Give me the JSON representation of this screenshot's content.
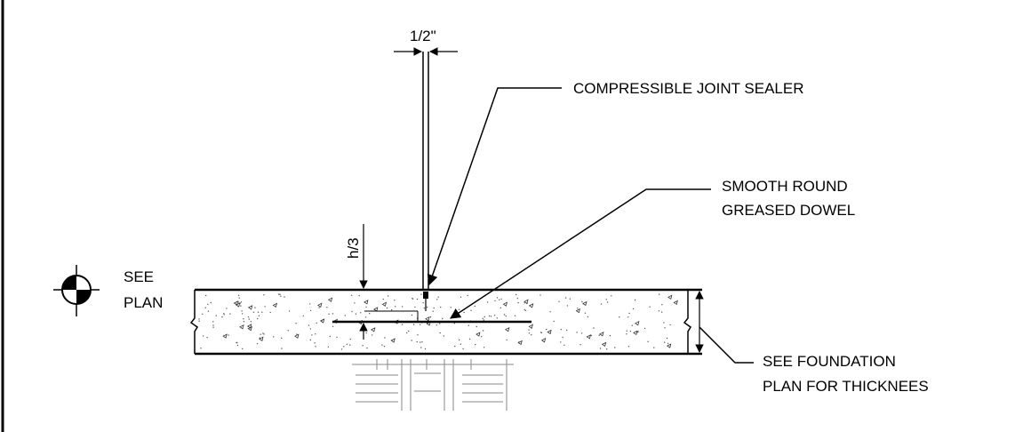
{
  "labels": {
    "dimension_width": "1/2\"",
    "joint_sealer": "COMPRESSIBLE JOINT SEALER",
    "dowel_line1": "SMOOTH ROUND",
    "dowel_line2": "GREASED DOWEL",
    "depth_dimension": "h/3",
    "see_plan_line1": "SEE",
    "see_plan_line2": "PLAN",
    "foundation_line1": "SEE FOUNDATION",
    "foundation_line2": "PLAN FOR THICKNEES"
  },
  "colors": {
    "line": "#000000",
    "subgrade": "#8a8a8a",
    "background": "#ffffff"
  }
}
